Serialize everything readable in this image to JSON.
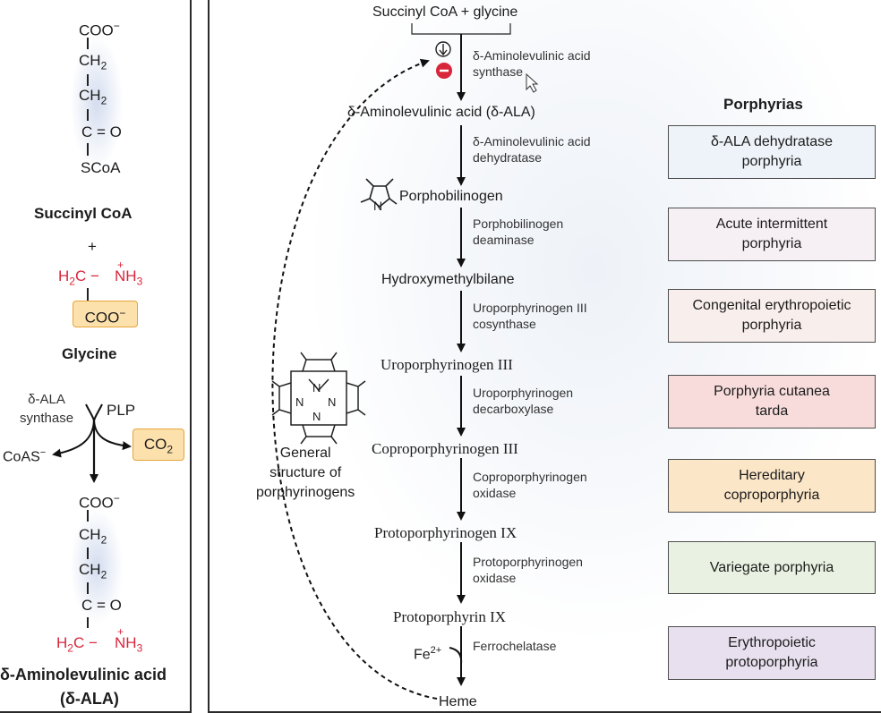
{
  "left": {
    "coo_top": "COO",
    "ch2_a": "CH",
    "ch2_b": "CH",
    "c_eq_o": "C = O",
    "scoa": "SCoA",
    "succinyl_label": "Succinyl CoA",
    "plus": "+",
    "h2c": "H",
    "nh3": "NH",
    "glycine_coo": "COO",
    "glycine_label": "Glycine",
    "ala_synthase": "δ-ALA\nsynthase",
    "plp": "PLP",
    "co2": "CO",
    "coas": "CoAS",
    "coo_bottom": "COO",
    "ch2_c": "CH",
    "ch2_d": "CH",
    "c_eq_o_2": "C = O",
    "h2c_2": "H",
    "nh3_2": "NH",
    "ala_label": "δ-Aminolevulinic acid",
    "ala_abbrev": "(δ-ALA)",
    "sub2": "2",
    "sub3": "3",
    "minus": "−",
    "plus_charge": "+"
  },
  "pathway": {
    "start": "Succinyl CoA + glycine",
    "enzyme1": "δ-Aminolevulinic acid\nsynthase",
    "inhibit_symbol": "−",
    "inhibit_down": "↓",
    "ala": "δ-Aminolevulinic acid (δ-ALA)",
    "enzyme2": "δ-Aminolevulinic acid\ndehydratase",
    "porphobilinogen": "Porphobilinogen",
    "enzyme3": "Porphobilinogen\ndeaminase",
    "hmb": "Hydroxymethylbilane",
    "enzyme4": "Uroporphyrinogen III\ncosynthase",
    "uro": "Uroporphyrinogen III",
    "enzyme5": "Uroporphyrinogen\ndecarboxylase",
    "copro": "Coproporphyrinogen III",
    "enzyme6": "Coproporphyrinogen\noxidase",
    "protogen": "Protoporphyrinogen IX",
    "enzyme7": "Protoporphyrinogen\noxidase",
    "proto": "Protoporphyrin IX",
    "fe": "Fe",
    "fe_charge": "2+",
    "enzyme8": "Ferrochelatase",
    "heme": "Heme",
    "general_structure": "General\nstructure of\nporphyrinogens",
    "pyrrole_n": "N",
    "ring_n": "N"
  },
  "porphyrias": {
    "title": "Porphyrias",
    "items": [
      {
        "label": "δ-ALA dehydratase\nporphyria",
        "color": "#eef3f9"
      },
      {
        "label": "Acute intermittent\nporphyria",
        "color": "#f6f0f5"
      },
      {
        "label": "Congenital erythropoietic\nporphyria",
        "color": "#f8efec"
      },
      {
        "label": "Porphyria cutanea\ntarda",
        "color": "#f8dcdc"
      },
      {
        "label": "Hereditary\ncoproporphyria",
        "color": "#fbe6c8"
      },
      {
        "label": "Variegate porphyria",
        "color": "#e9f2e2"
      },
      {
        "label": "Erythropoietic\nprotoporphyria",
        "color": "#e8e0ef"
      }
    ]
  },
  "colors": {
    "red": "#d8263b",
    "orange_fill": "#fde1ac",
    "orange_border": "#e7a43a"
  }
}
